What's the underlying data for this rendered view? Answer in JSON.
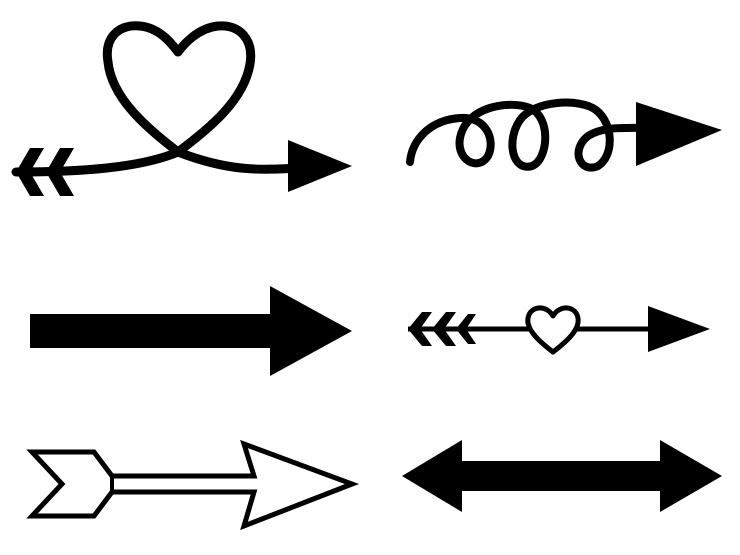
{
  "colors": {
    "background": "#ffffff",
    "ink": "#000000"
  },
  "arrows": [
    {
      "name": "heart-loop-fletched-arrow",
      "icon": "heart-loop-arrow-icon",
      "direction": "right"
    },
    {
      "name": "curly-spiral-arrow",
      "icon": "spiral-arrow-icon",
      "direction": "right"
    },
    {
      "name": "thick-block-arrow",
      "icon": "block-arrow-icon",
      "direction": "right"
    },
    {
      "name": "heart-fletched-arrow",
      "icon": "heart-arrow-icon",
      "direction": "right"
    },
    {
      "name": "outline-fletched-arrow",
      "icon": "outline-arrow-icon",
      "direction": "right"
    },
    {
      "name": "double-headed-arrow",
      "icon": "double-arrow-icon",
      "direction": "left-right"
    }
  ]
}
